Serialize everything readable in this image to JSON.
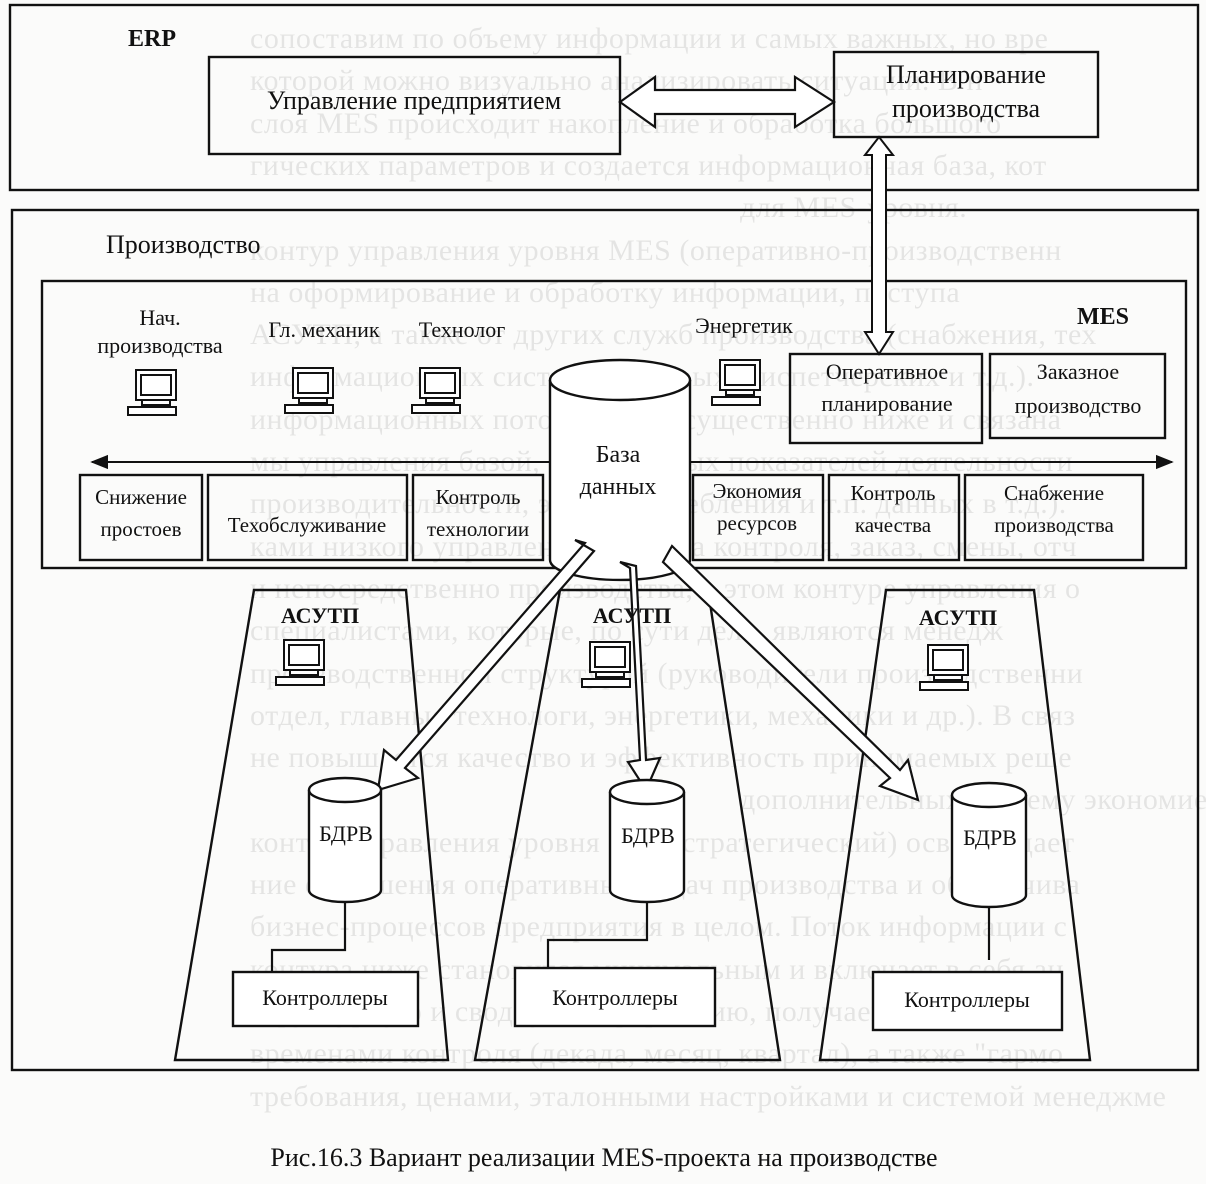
{
  "erp": {
    "tag": "ERP",
    "enterprise_box": "Управление предприятием",
    "planning_box_line1": "Планирование",
    "planning_box_line2": "производства"
  },
  "production": {
    "title": "Производство"
  },
  "mes": {
    "tag": "MES",
    "workstations": {
      "head_line1": "Нач.",
      "head_line2": "производства",
      "mechanic": "Гл. механик",
      "technologist": "Технолог",
      "energy": "Энергетик"
    },
    "database_line1": "База",
    "database_line2": "данных",
    "operative_line1": "Оперативное",
    "operative_line2": "планирование",
    "custom_line1": "Заказное",
    "custom_line2": "производство",
    "function_boxes": {
      "downtime_line1": "Снижение",
      "downtime_line2": "простоев",
      "maintenance": "Техобслуживание",
      "techcontrol_line1": "Контроль",
      "techcontrol_line2": "технологии",
      "resources_line1": "Экономия",
      "resources_line2": "ресурсов",
      "quality_line1": "Контроль",
      "quality_line2": "качества",
      "supply_line1": "Снабжение",
      "supply_line2": "производства"
    }
  },
  "asutp": {
    "units": [
      {
        "title": "АСУТП",
        "db": "БДРВ",
        "controllers": "Контроллеры"
      },
      {
        "title": "АСУТП",
        "db": "БДРВ",
        "controllers": "Контроллеры"
      },
      {
        "title": "АСУТП",
        "db": "БДРВ",
        "controllers": "Контроллеры"
      }
    ]
  },
  "caption": "Рис.16.3 Вариант реализации MES-проекта на производстве",
  "ghost_text": [
    "сопоставим по объему информации и самых важных, но вре",
    "которой можно визуально анализировать ситуации. В н",
    "слоя МЕS происходит накопление и обработка большого ",
    "гических параметров и создается информационная база, кот",
    "для MES-уровня.",
    "контур управления уровня МЕS (оперативно-производственн",
    "на оформирование и обработку информации, поступа",
    "АСУТП, а также от других служб производства (снабжения, тех",
    "информационных систем, плановых, диспетчерских и т.д.).",
    "информационных потоков здесь существенно ниже и связана",
    "мы управления базой, оперативных показателей деятельности",
    "производительности, энергопотребления и т.п. данных в т.д.).",
    "ками низкого управления, система контроля, заказ, смены, отч",
    "и непосредственно производства, в этом контуре управления о",
    "специалистами, которые, по сути дела, являются менедж",
    "производственной структурой (руководители производственни",
    "отдел, главные технологи, энергетики, механики и др.). В связ",
    "не повышается качество и эффективность принимаемых реше",
    "дополнительных систему экономией.",
    "контур управления уровня ERP (стратегический) освобождает",
    "ние от решения оперативных задач производства и обеспечива",
    "бизнес-процессов предприятия в целом. Поток информации с",
    "контура ниже становится минимальным и включает в себя ан",
    "структурную и сводную информацию, получаемую ERP",
    "временами контроля (декада, месяц, квартал), а также \"гармо",
    "требования, ценами, эталонными настройками и системой менеджме"
  ]
}
